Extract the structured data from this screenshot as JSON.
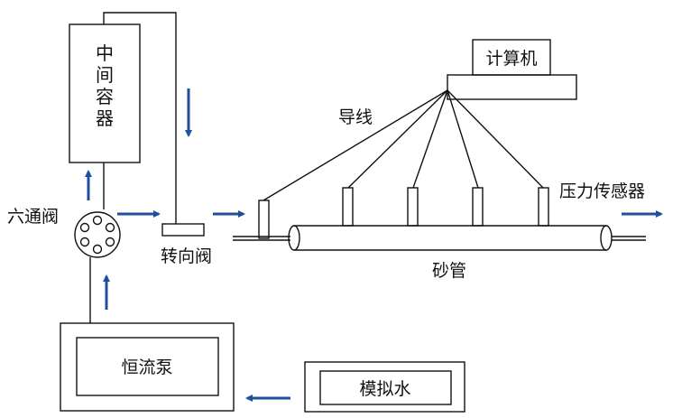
{
  "labels": {
    "intermediate_container": [
      "中",
      "间",
      "容",
      "器"
    ],
    "six_way_valve": "六通阀",
    "diverter_valve": "转向阀",
    "computer": "计算机",
    "wire": "导线",
    "pressure_sensor": "压力传感器",
    "sand_tube": "砂管",
    "constant_flow_pump": "恒流泵",
    "simulated_water": "模拟水"
  },
  "colors": {
    "line": "#111111",
    "arrow": "#1f4e9c"
  }
}
